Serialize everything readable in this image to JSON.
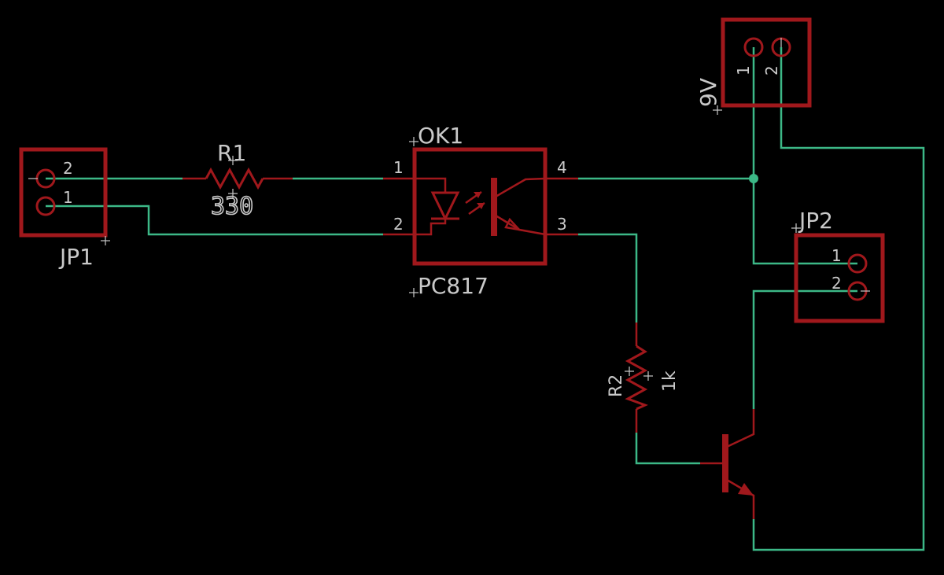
{
  "components": {
    "jp1": {
      "name": "JP1",
      "pins": [
        "2",
        "1"
      ]
    },
    "r1": {
      "name": "R1",
      "value": "330"
    },
    "ok1": {
      "name": "OK1",
      "value": "PC817",
      "pins": [
        "1",
        "2",
        "4",
        "3"
      ]
    },
    "v9": {
      "name": "9V",
      "pins": [
        "1",
        "2"
      ]
    },
    "jp2": {
      "name": "JP2",
      "pins": [
        "1",
        "2"
      ]
    },
    "r2": {
      "name": "R2",
      "value": "1k"
    }
  },
  "colors": {
    "background": "#000000",
    "symbol": "#a0181c",
    "wire": "#3cb887",
    "text": "#c9c9c9"
  }
}
